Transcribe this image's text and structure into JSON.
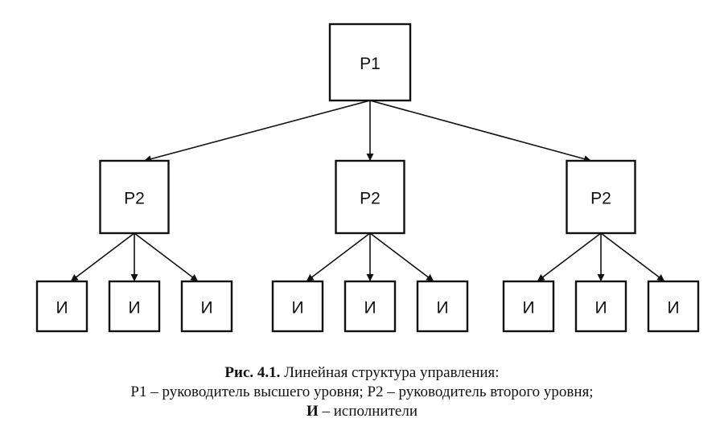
{
  "diagram": {
    "root": {
      "label": "P1"
    },
    "managers": [
      {
        "label": "P2",
        "executors": [
          "И",
          "И",
          "И"
        ]
      },
      {
        "label": "P2",
        "executors": [
          "И",
          "И",
          "И"
        ]
      },
      {
        "label": "P2",
        "executors": [
          "И",
          "И",
          "И"
        ]
      }
    ]
  },
  "caption": {
    "fig_number": "Рис. 4.1.",
    "title": " Линейная структура управления:",
    "line2": "P1 – руководитель высшего уровня; P2 – руководитель второго уровня;",
    "line3_term": "И",
    "line3_rest": " – исполнители"
  },
  "colors": {
    "stroke": "#111111",
    "background": "#ffffff"
  }
}
